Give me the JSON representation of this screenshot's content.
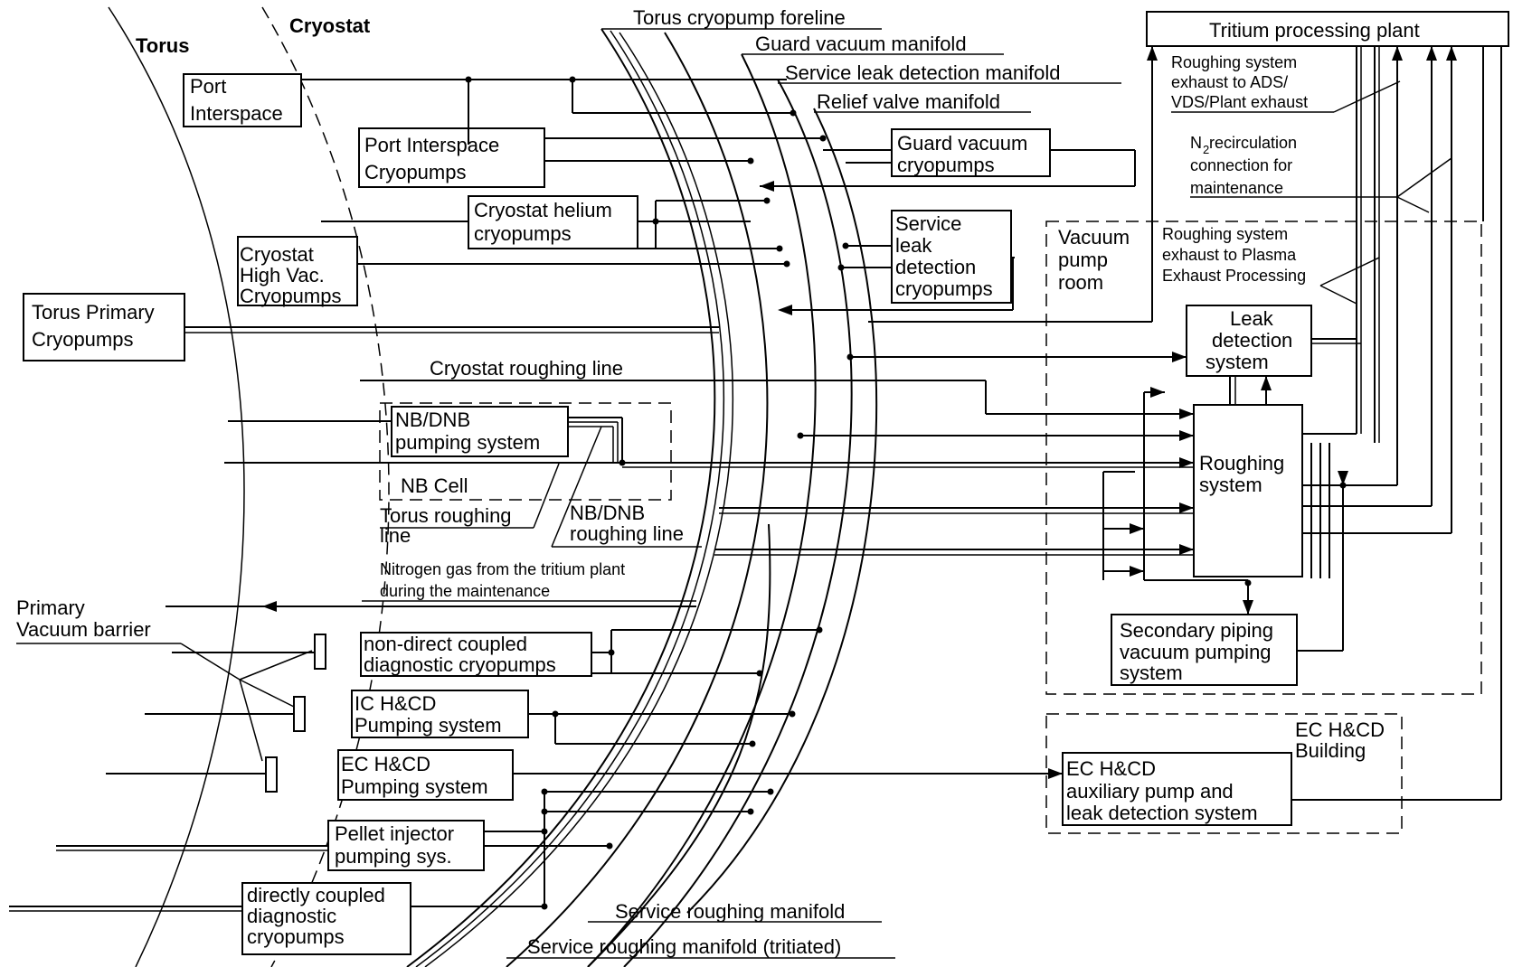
{
  "regions": {
    "torus": "Torus",
    "cryostat": "Cryostat",
    "vacuum_pump_room": [
      "Vacuum",
      "pump",
      "room"
    ],
    "ec_building": [
      "EC H&CD",
      "Building"
    ],
    "nb_cell": "NB Cell"
  },
  "manifolds": {
    "torus_cryopump_foreline": "Torus cryopump foreline",
    "guard_vacuum_manifold": "Guard vacuum manifold",
    "service_leak_detection_manifold": "Service leak detection manifold",
    "relief_valve_manifold": "Relief valve manifold",
    "service_roughing_manifold": "Service roughing manifold",
    "service_roughing_manifold_tritiated": "Service roughing manifold (tritiated)",
    "cryostat_roughing_line": "Cryostat roughing line"
  },
  "boxes": {
    "port_interspace": [
      "Port",
      "Interspace"
    ],
    "port_interspace_cryopumps": [
      "Port Interspace",
      "Cryopumps"
    ],
    "cryostat_helium_cryopumps": [
      "Cryostat helium",
      "cryopumps"
    ],
    "cryostat_high_vac_cryopumps": [
      "Cryostat",
      "High Vac.",
      "Cryopumps"
    ],
    "torus_primary_cryopumps": [
      "Torus Primary",
      "Cryopumps"
    ],
    "guard_vacuum_cryopumps": [
      "Guard vacuum",
      "cryopumps"
    ],
    "service_leak_detection_cryopumps": [
      "Service",
      "leak",
      "detection",
      "cryopumps"
    ],
    "nb_dnb_pumping_system": [
      "NB/DNB",
      "pumping system"
    ],
    "non_direct_coupled_diagnostic": [
      "non-direct coupled",
      "diagnostic cryopumps"
    ],
    "ic_hcd_pumping": [
      "IC H&CD",
      "Pumping system"
    ],
    "ec_hcd_pumping": [
      "EC H&CD",
      "Pumping system"
    ],
    "pellet_injector": [
      "Pellet injector",
      "pumping sys."
    ],
    "directly_coupled_diagnostic": [
      "directly coupled",
      "diagnostic",
      "cryopumps"
    ],
    "tritium_processing_plant": "Tritium processing plant",
    "leak_detection_system": [
      "Leak",
      "detection",
      "system"
    ],
    "roughing_system": [
      "Roughing",
      "system"
    ],
    "secondary_piping": [
      "Secondary piping",
      "vacuum pumping",
      "system"
    ],
    "ec_auxiliary": [
      "EC H&CD",
      "auxiliary pump and",
      "leak detection system"
    ]
  },
  "notes": {
    "roughing_exhaust_ads": [
      "Roughing system",
      "exhaust to ADS/",
      "VDS/Plant exhaust"
    ],
    "n2_recirculation": [
      "N",
      "2",
      " recirculation",
      "connection for",
      "maintenance"
    ],
    "roughing_exhaust_plasma": [
      "Roughing system",
      "exhaust to Plasma",
      "Exhaust Processing"
    ],
    "torus_roughing_line": [
      "Torus roughing",
      "line"
    ],
    "nb_dnb_roughing_line": [
      "NB/DNB",
      "roughing line"
    ],
    "nitrogen_gas": [
      "Nitrogen gas from the tritium plant",
      "during the maintenance"
    ],
    "primary_vacuum_barrier": [
      "Primary",
      "Vacuum barrier"
    ]
  }
}
